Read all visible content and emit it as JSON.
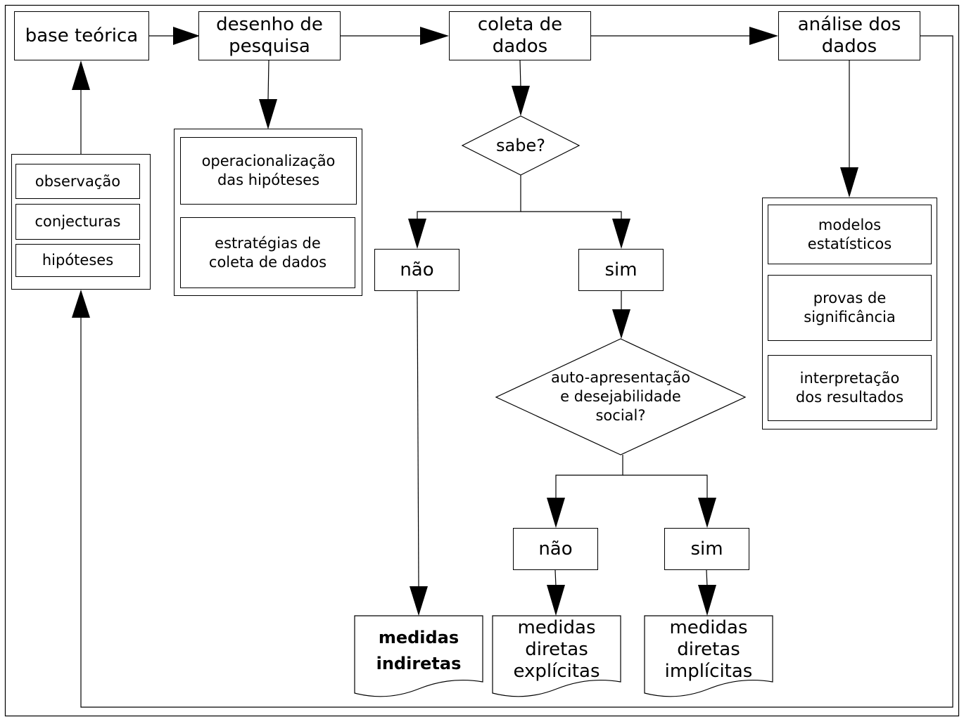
{
  "nodes": {
    "base_teorica": "base teórica",
    "desenho_de_pesquisa": "desenho de\npesquisa",
    "coleta_de_dados": "coleta de\ndados",
    "analise_dos_dados": "análise dos\ndados",
    "observacao": "observação",
    "conjecturas": "conjecturas",
    "hipoteses": "hipóteses",
    "operacionalizacao": "operacionalização\ndas hipóteses",
    "estrategias": "estratégias de\ncoleta de dados",
    "sabe": "sabe?",
    "nao_1": "não",
    "sim_1": "sim",
    "auto_apresentacao": "auto-apresentação\ne desejabilidade\nsocial?",
    "nao_2": "não",
    "sim_2": "sim",
    "medidas_indiretas": "medidas\nindiretas",
    "medidas_diretas_explicitas": "medidas\ndiretas\nexplícitas",
    "medidas_diretas_implicitas": "medidas\ndiretas\nimplícitas",
    "modelos_estatisticos": "modelos\nestatísticos",
    "provas_de_significancia": "provas de\nsignificância",
    "interpretacao": "interpretação\ndos resultados"
  }
}
